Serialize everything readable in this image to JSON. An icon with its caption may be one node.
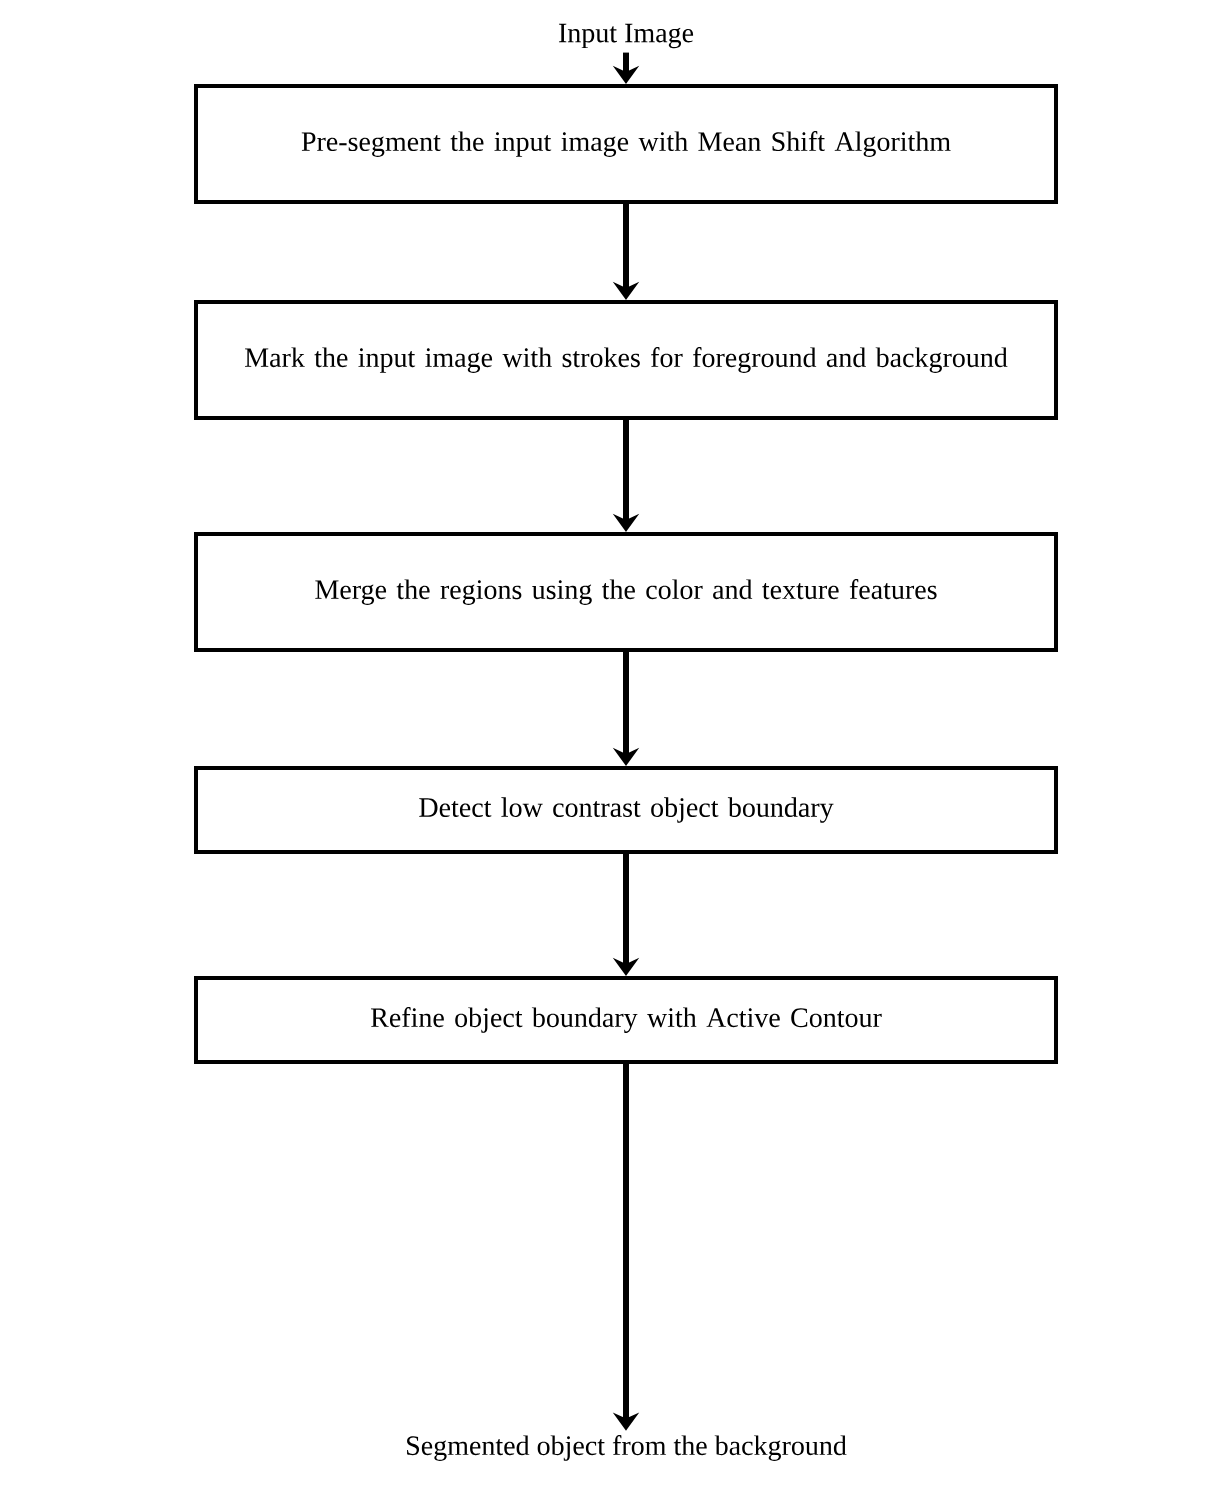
{
  "diagram": {
    "nodes": [
      {
        "text": [
          "Input Image"
        ]
      },
      {
        "text": [
          "Pre-segment the input image with Mean Shift Algorithm"
        ]
      },
      {
        "text": [
          "Mark the input image with strokes for foreground and background"
        ]
      },
      {
        "text": [
          "Merge the regions using the color and texture features"
        ]
      },
      {
        "text": [
          "Detect low contrast object boundary"
        ]
      },
      {
        "text": [
          "Refine object boundary with Active Contour"
        ]
      },
      {
        "text": [
          "Segmented object from the background"
        ]
      }
    ],
    "edges": [
      {
        "from": 0,
        "to": 1,
        "arrow": "to"
      },
      {
        "from": 1,
        "to": 2,
        "arrow": "to"
      },
      {
        "from": 2,
        "to": 3,
        "arrow": "to"
      },
      {
        "from": 3,
        "to": 4,
        "arrow": "to"
      },
      {
        "from": 4,
        "to": 5,
        "arrow": "to"
      },
      {
        "from": 5,
        "to": 6,
        "arrow": "to"
      }
    ]
  }
}
